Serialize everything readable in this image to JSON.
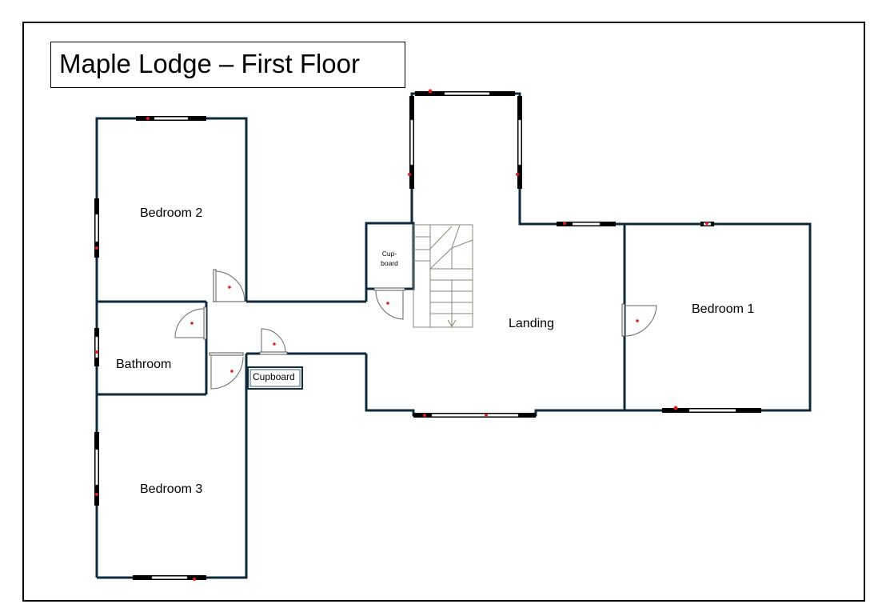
{
  "title": "Maple Lodge – First Floor",
  "rooms": {
    "bedroom1": "Bedroom 1",
    "bedroom2": "Bedroom 2",
    "bedroom3": "Bedroom 3",
    "bathroom": "Bathroom",
    "landing": "Landing",
    "cupboard_small": "Cupboard",
    "cupboard_top": "Cup-",
    "cupboard_bottom": "board"
  },
  "colors": {
    "wall": "#0d2a3b",
    "window_frame": "#000000",
    "window_glass": "#ffffff",
    "marker": "#e0201b",
    "stairs": "#8a8577"
  }
}
